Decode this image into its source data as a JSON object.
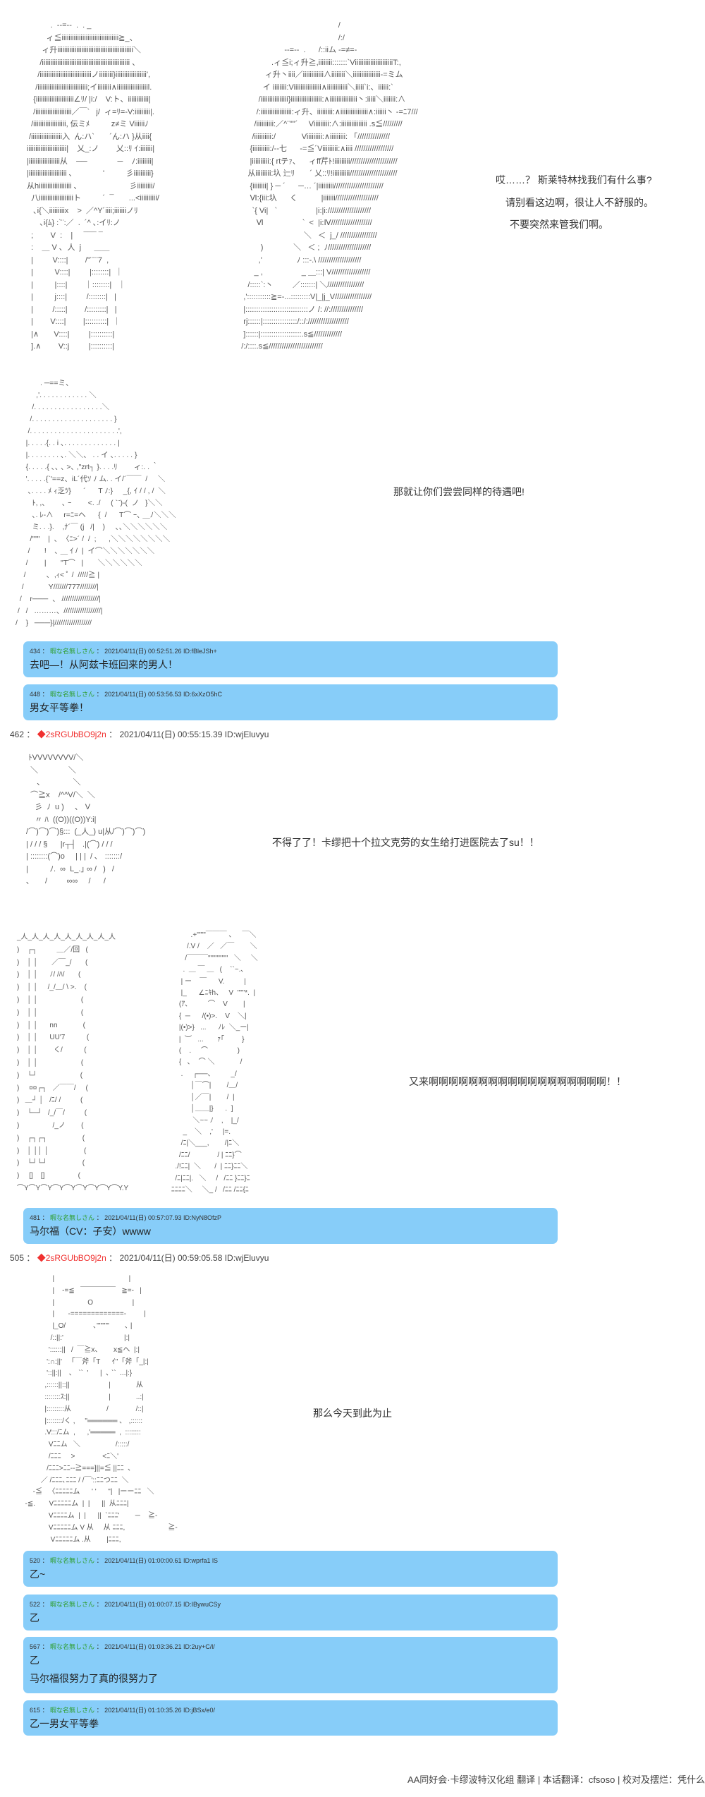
{
  "panels": [
    {
      "art_left": "           .  --=--  .  . _\n         ィ≦iiiiiiiiiiiiiiiiiiiiiiiiiiiiiiiii≧_、\n       ィ升iiiiiiiiiiiiiiiiiiiiiiiiiiiiiiiiiiiiiiiiiiii＼\n      /iiiiiiiiiiiiiiiiiiiiiiiiiiiiiiiiiiiiiiiiiiiiiiiiiii 、\n     /iiiiiiiiiiiiiiiiiiiiiiiiiiiiiiノiiiiiiii}iiiiiiiiiiiiiiiiii',\n    /iiiiiiiiiiiiiiiiiiiiiiiiiiiii;イiiiiiiii∧iiiiiiiiiiiiiiiiiil.\n   {iiiiiiiiiiiiiiiiiiiiii∠ﾘ/ |i:/    V:ト、iiiiiiiiiiii|\n   /iiiiiiiiiiiiiiiiiiiii／￣`   j/  ィ=ﾘ=-V:iiiiiiiii|.\n  /iiiiiiiiiiiiiiiiiii, 伝ミﾒ          z≠ミ Viiiiiiﾉ\n /iiiiiiiiiiiiiiiiii入  ん:ハ`       ´ん:ハ }从iiii{\niiiiiiiiiiiiiiiiiiiiiii|    乂_:ノ        乂::ﾘ ｲ:iiiiiii|\n|iiiiiiiiiiiiiiiiii从    ──              ─    ﾉ:iiiiiiii|\n|iiiiiiiiiiiiiiiiiiiiii ､              '          彡iiiiiiiiii}\n从hiiiiiiiiiiiiiiiiiii ､                        彡iiiiiiiii/\n  八iiiiiiiiiiiiiiiiiiiiト          ´  ¯       ...<iiiiiiiiii/\n   ､i{＼iiiiiiiiix    >  ／^Y´iiii;iiiiiiiノﾘ\n      ､i{ﾑ} :`¨:／  .  ´^ ､:イﾘ:ノ\n  ;        V  :    |     ¯¯¯ ¯\n  :    ＿ V ､  人  j      ＿＿\n  |         V::::|        /\"¨¨¨7  ,\n  |          V::::|         |::::::::|  ｜\n  |          |::::|        ｜::::::::|   ｜\n  |          j::::|         /::::::::|   |\n  |         /:::::|        /:::::::::|   |\n  |        V::::|        |::::::::::|  ｜\n  |∧       V::::|         |::::::::::|\n  ].∧        V::j         |::::::::::|",
      "art_right": "                                                 /\n                                                 /:/\n                        --=--  .      /::iiム -=≠=-\n                  .ィ≦i;ィ升≧,iiiiiiii:::::::`ViiiiiiiiiiiiiiiiiiiiiiT:,\n               ィ升丶iiii／iiiiiiiiiiii∧iiiiiiii＼iiiiiiiiiiiiiiii-=ミム\n              イ iiiiiiii:Viiiiiiiiiiiiiiii∧iiiiiiiiiiii＼iiiii`i:、iiiiii:`\n            /iiiiiiiiiiiiiiii}iiiiiiiiiiiiiiiiii:∧iiiiiiiiiiiiiiii丶:iiiii＼iiiiiii:∧\n           /:iiiiiiiiiiiiiiiiii:ィ升、iiiiiiiii:∧iiiiiiiiiiiiiiii∧:iiiiii丶 -=ﾆ7///\n          /iiiiiiiiii:／^¨\"\"´     Viiiiiiiii:∧:iiiiiiiiiiiiiii .s≦/////////\n         /iiiiiiiiii:/            Viiiiiiiii:∧iiiiiiiii: 「///////////////\n        {iiiiiiiiii:/--七      -=≦´Viiiiiiiii:∧iiii //////////////////\n        |iiiiiiiiii:{ rtテｧ、    ィff芹ﾄ!iiiiiiiii//////////////////////\n       从iiiiiiiii:圦 辷ﾘ       ´ 乂::ﾘ!iiiiiiiiii//////////////////////\n        {iiiiiiii| } ─ ´      ─… ´|iiiiiiiii///////////////////////\n        Ⅵ:{iii:圦      く           |iiiiiii////////////////////\n         `{ Vi|   `                  |i:|i:////////////////////\n           Ⅵ                  `  <  |i:Ⅳ///////////////////\n                                 ＼   ＜  j_/ /////////////////\n             )              ＼   ＜ ;  ﾉ////////////////////\n            ,'                ﾉ :::-.\\ ////////////////////\n          _ ,                  _ ＿:::| V//////////////////\n       /:::::`:丶         ／:::::::| ＼/////////////////\n     ,':::::::::::≧=-...:::::::::V|_|j_V/////////////////\n     |:::::::::::::::::::::::::::::ノ /: //:///////////////\n     rj::::::|::::::::::::::::/::/:///////////////////\n     ]::::::|:::::::::::::::::::.s≦/////////////\n    /:/::::.s≦/////////////////////////",
      "speech": [
        "哎……？ 斯莱特林找我们有什么事?",
        "请别看这边啊，很让人不舒服的。",
        "不要突然来管我们啊。"
      ]
    },
    {
      "art": "            . ─==ミ、\n          ,'. . . . . . . . . . . . ＼\n        /. . . . . . . . . . . . . . . . .＼\n       /. . . . . . . . . . . . . . . . . . . . }\n      /. . . . . . . . . . . . . . . . . . . . . .',\n     |. . . . .{. . i ､. . . . . . . . . . . . . |\n     |. . . . . . . . ､. ＼＼、 . . イ ､. . . . . }\n     {. . . . .{ ､､ ､ >､ ,\"zrt┐ }. . . .ﾘ        ィ:. . ｀\n     '. . . . .{`'==z、iL´代ｿ ﾉ ム. . イ/´￣￣  /     ＼\n      ､. . . . ﾒ ｨ乏ﾂ}      ´      T ﾉ:}     _{, ｲ / / , /  ＼\n        ﾄ, ,､        ､ ｰ        <. ./     ( `¨)-(  ノ   }＼＼\n        ､. ﾚ-∧     r=ﾆ=ヘ      {  /      T⌒ ｰ､ ＿ﾉ＼＼＼\n        ミ. . .}.    ,ﾅ´￣ (j   /|    )     ､､＼＼＼＼＼＼\n       /\"\"\"    |  ､  〈ﾆ>´ /  /  ;      ,＼＼＼＼＼＼＼＼\n      /       !    ､ ＿ ｲ /  |  イ⌒＼＼＼＼＼＼＼\n     /        |       \"T⌒   |       ＼＼＼＼＼＼\n    /          ､  ,ｨ< ﾟ /  /////≧ |\n   /            Y///////777////////|\n  /    r───  、 //////////////////|\n /   /   ………、//////////////////|\n/    }   ───}|//////////////////",
      "speech": "那就让你们尝尝同样的待遇吧!"
    }
  ],
  "responses_a": [
    {
      "num": "434",
      "name": "暇な名無しさん",
      "date": "2021/04/11(日) 00:52:51.26",
      "id": "ID:fBleJSh+",
      "body": [
        "去吧—！从阿兹卡班回来的男人！"
      ]
    },
    {
      "num": "448",
      "name": "暇な名無しさん",
      "date": "2021/04/11(日) 00:53:56.53",
      "id": "ID:6xXzO5hC",
      "body": [
        "男女平等拳！"
      ]
    }
  ],
  "post_462": {
    "num": "462",
    "sep": "：",
    "trip": "◆2sRGUbBO9j2n",
    "date": "2021/04/11(日) 00:55:15.39",
    "id": "ID:wjEluvyu",
    "art3": "  ﾄVVVVVVVV/＼\n   ＼              ＼\n      ､               ＼\n   ⌒≧x    /^^V/＼  ＼\n     彡  ﾉ  u )     ､   V\n     〃 ﾊ  ((O))((O))Y:i|\n /⌒)⌒)⌒)§:::  (_人_) u|从/⌒)⌒)⌒)\n | / / / §      |r┬┤   .|(⌒) / / /\n | ::::::::(⌒)o     | | |  / ､   :::::::/\n |          ﾉ.  ∞  L_.｣ ∞ /   )   /\n ､       /         ∞∞     /      /",
    "speech3": "不得了了！卡缪把十个拉文克劳的女生给打进医院去了su！！",
    "art4_left": "_人_人_人_人_人_人_人_人_人\n)    ┌┐          ＿／/回   (\n)    │ │       ／￣_/       (\n)    │ │      ﾉ/ /ﾊ/       (\n)    │ │     /_/＿/ \\ >.    (\n)    │ │                      (\n)    │ │                      (\n)    │ │      nn             (\n)    │ │      UU'7           (\n)    │ │        く/           (\n)    │ │                      (\n)    └┘                      (\n)     ¤¤┌┐   ／￣￣/     (\n)   ＿┘ │   /ﾆ/ /          (\n)    └─┘   /_/￣/          (\n)                 /_ノ        (\n)    ┌┐┌┐                  (\n)    │ ││ │                  (\n)    └┘└┘                  (\n)     []    []                 (\n⌒Y⌒Y⌒Y⌒Y⌒Y⌒Y⌒Y⌒Y⌒Y.Y",
    "art4_right": "           .+'\"\"\"￣￣￣ ､     ￣＼\n         /.V /    ／   ／￣        ＼\n        /￣￣￣\"\"\"\"\"\"\"\"   ＼     ＼\n       .  ＿ ￣ ＿   (    ``~.､\n      | ー    ￣      V.          |\n      |_      ∠ﾆｷh、   V  \"\"\"*.  |\n     (ｱ､          ⌒    V        |\n     {  ─      /(•)>.    V    ＼|\n     |(•)>}   ...      ﾉﾚ  ＼_ー|\n     |  ︶   ...       ｧ｢         }\n     (    .     ⌒               ) \n     {   ､    ⌒ ＼             /\n      .     ┌──､          _/\n           │￣⌒|        /＿/\n           │／￣|        /  |\n           │＿＿|}      .  ]\n            ＼~~ ﾉ    ,    |_/\n       _    ＼    ,'     |=.\n      /ﾆ|＼___,        /|ﾆ＼\n     /ﾆﾆ/              / | ﾆﾆ}⌒\n   ./!ﾆﾆ|  ＼       /  | ﾆﾆ}ﾆﾆ＼\n   /ﾆ|ﾆﾆ|.   ＼     /   /ﾆﾆ }ﾆﾆ}ﾆ\n ﾆﾆﾆﾆ＼     ＼_ /   /ﾆﾆ /ﾆﾆ{ﾆ",
    "speech4": "又来啊啊啊啊啊啊啊啊啊啊啊啊啊啊啊啊啊啊！！"
  },
  "responses_b": [
    {
      "num": "481",
      "name": "暇な名無しさん",
      "date": "2021/04/11(日) 00:57:07.93",
      "id": "ID:NyN8OfzP",
      "body": [
        "马尔福（CV：子安）wwww"
      ]
    }
  ],
  "post_505": {
    "num": "505",
    "sep": "：",
    "trip": "◆2sRGUbBO9j2n",
    "date": "2021/04/11(日) 00:59:05.58",
    "id": "ID:wjEluvyu",
    "art5": "                |                                      |\n                |    -=≦   ￣￣￣￣￣   ≧=-   |\n                |                 O                    |\n                |       -=============-         |\n                |_O/              ､\"\"\"\"\"        ､ |\n               /::||:'                               |:|\n              '::::::||   /  ￣≧x、      x≦ヘ  |:|\n             ':∩:||'   「￣斧「T      ｲ\"「斧「_|:|\n             '::||:||    ､   ``  '      |  ､ ``  ...|:}\n            ,::::::||::||                    |             从\n            ::::::::ｽ:||                    |             ..:|\n            |:::::::::从                  /              /::|\n            |::::::::/く ,     \"══════ ､   ,::::::\n            .V:::/ﾆム  ,      ,'═════  ,  ::::::::\n              Vﾆﾆム   ＼                  /:::::/\n              /ﾆﾆﾆ     >              <ﾆ＼'\n             /ﾆﾆﾆ>ﾆﾆ--≧===]||=≦ ||ﾆﾆ  ､\n          ／ /ﾆﾆﾆ､ﾆﾆﾆ / /￣'::ﾆﾆつﾆﾆ  ＼\n      -≦   〈ﾆﾆﾆﾆﾆム      ' '      \"|   |ーーﾆﾆ   ＼\n  -≦.       Vﾆﾆﾆﾆﾆム  |  |      ||  从ﾆﾆﾆ|\n              Vﾆﾆﾆﾆム  |  |      ||  `ﾆﾆﾆ'        ─    ≧-\n              Vﾆﾆﾆﾆﾆム V 从     从 ﾆﾆﾆ,                      ≧-\n               Vﾆﾆﾆﾆﾆム .从        |ﾆﾆﾆ,",
    "speech5": "那么今天到此为止"
  },
  "responses_c": [
    {
      "num": "520",
      "name": "暇な名無しさん",
      "date": "2021/04/11(日) 01:00:00.61",
      "id": "ID:wprfa1 lS",
      "body": [
        "乙~"
      ]
    },
    {
      "num": "522",
      "name": "暇な名無しさん",
      "date": "2021/04/11(日) 01:00:07.15",
      "id": "ID:IBywuCSy",
      "body": [
        "乙"
      ]
    },
    {
      "num": "567",
      "name": "暇な名無しさん",
      "date": "2021/04/11(日) 01:03:36.21",
      "id": "ID:2uy+C/l/",
      "body": [
        "乙",
        "马尔福很努力了真的很努力了"
      ]
    },
    {
      "num": "615",
      "name": "暇な名無しさん",
      "date": "2021/04/11(日) 01:10:35.26",
      "id": "ID:jBSx/e0/",
      "body": [
        "乙一男女平等拳"
      ]
    }
  ],
  "res_sep": " ： ",
  "footer": "AA同好会·卡缪波特汉化组 翻译 | 本话翻译：cfsoso | 校对及摆烂：凭什么"
}
